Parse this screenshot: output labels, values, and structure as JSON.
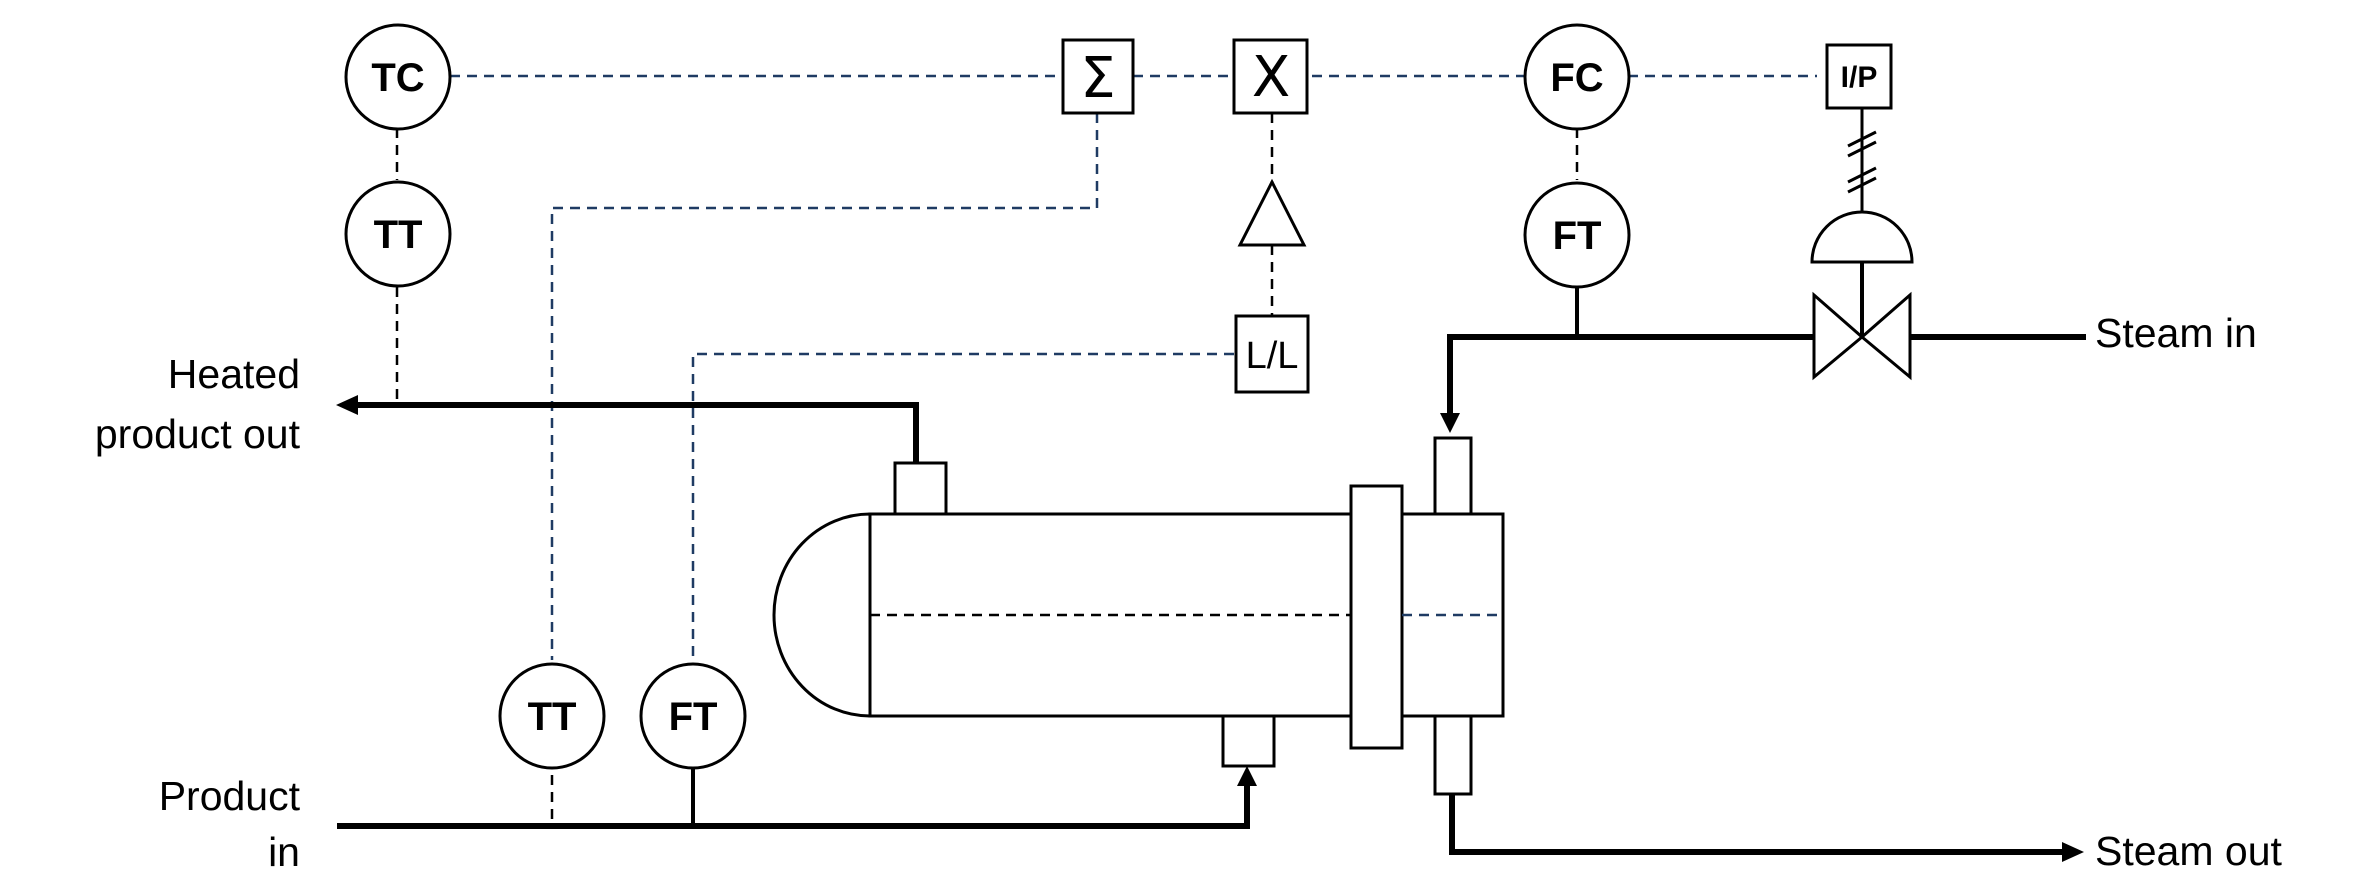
{
  "labels": {
    "heated_out_1": "Heated",
    "heated_out_2": "product out",
    "product_in_1": "Product",
    "product_in_2": "in",
    "steam_in": "Steam in",
    "steam_out": "Steam out"
  },
  "instruments": {
    "tc": "TC",
    "tt_top": "TT",
    "fc": "FC",
    "ft_steam": "FT",
    "tt_bottom": "TT",
    "ft_bottom": "FT"
  },
  "function_blocks": {
    "summer": "Σ",
    "multiplier": "X",
    "lead_lag": "L/L",
    "ip": "I/P"
  }
}
